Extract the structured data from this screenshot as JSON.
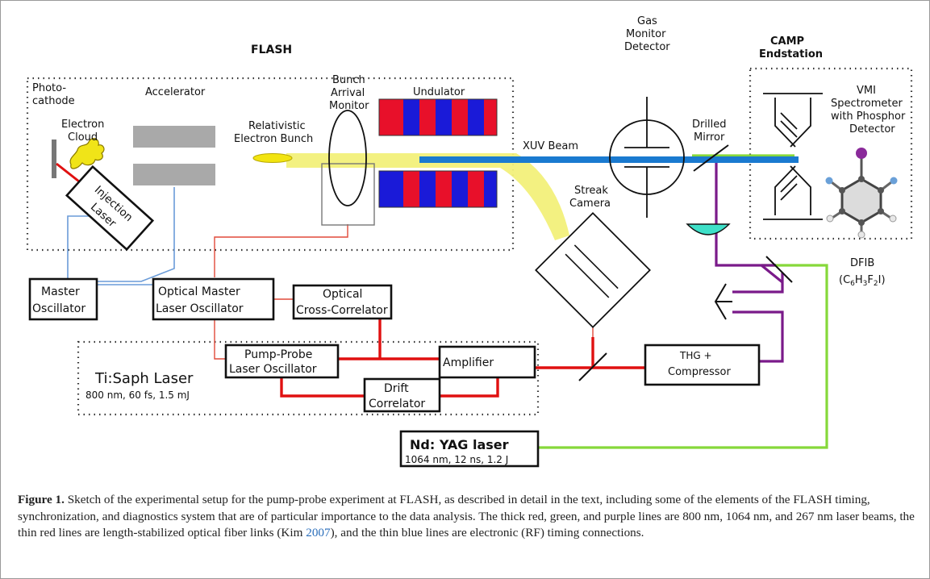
{
  "diagram": {
    "labels": {
      "flash": "FLASH",
      "photocathode": [
        "Photo-",
        "cathode"
      ],
      "accelerator": "Accelerator",
      "electron_cloud": [
        "Electron",
        "Cloud"
      ],
      "injection_laser": [
        "Injection",
        "Laser"
      ],
      "bunch_arrival_monitor": [
        "Bunch",
        "Arrival",
        "Monitor"
      ],
      "relativistic_bunch": [
        "Relativistic",
        "Electron Bunch"
      ],
      "undulator": "Undulator",
      "xuv_beam": "XUV Beam",
      "gas_monitor": [
        "Gas",
        "Monitor",
        "Detector"
      ],
      "streak_camera": [
        "Streak",
        "Camera"
      ],
      "drilled_mirror": [
        "Drilled",
        "Mirror"
      ],
      "camp": [
        "CAMP",
        "Endstation"
      ],
      "vmi": [
        "VMI",
        "Spectrometer",
        "with Phosphor",
        "Detector"
      ],
      "dfib": "DFIB",
      "dfib_formula": "(C6H3F2I)",
      "master_oscillator": [
        "Master",
        "Oscillator"
      ],
      "optical_master": [
        "Optical Master",
        "Laser Oscillator"
      ],
      "optical_cross": [
        "Optical",
        "Cross-Correlator"
      ],
      "pump_probe": [
        "Pump-Probe",
        "Laser Oscillator"
      ],
      "amplifier": "Amplifier",
      "drift_correlator": [
        "Drift",
        "Correlator"
      ],
      "tisaph": "Ti:Saph Laser",
      "tisaph_spec": "800 nm, 60 fs, 1.5 mJ",
      "thg": [
        "THG +",
        "Compressor"
      ],
      "ndyag": "Nd: YAG laser",
      "ndyag_spec": "1064 nm, 12 ns, 1.2 J"
    },
    "colors": {
      "rf_blue": "#6a9bd8",
      "fiber_red": "#e04a3a",
      "beam_red": "#e01010",
      "beam_green": "#86d83a",
      "beam_purple": "#7a1a8a",
      "xuv_blue": "#1a7ad0",
      "electron_yellow": "#f2f07a",
      "undulator_red": "#e8102a",
      "undulator_blue": "#1a1ad8"
    }
  },
  "caption": {
    "label": "Figure 1.",
    "text_1": " Sketch of the experimental setup for the pump-probe experiment at FLASH, as described in detail in the text, including some of the elements of the FLASH timing, synchronization, and diagnostics system that are of particular importance to the data analysis. The thick red, green, and purple lines are 800 nm, 1064 nm, and 267 nm laser beams, the thin red lines are length-stabilized optical fiber links (Kim ",
    "citation": "2007",
    "text_2": "), and the thin blue lines are electronic (RF) timing connections."
  }
}
